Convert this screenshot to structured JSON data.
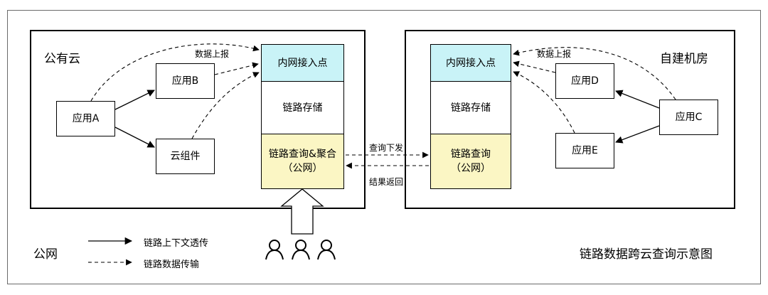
{
  "regions": {
    "public_cloud": {
      "title": "公有云"
    },
    "self_idc": {
      "title": "自建机房"
    }
  },
  "public_cloud": {
    "app_a": "应用A",
    "app_b": "应用B",
    "cloud_component": "云组件",
    "stack": {
      "intranet_access": "内网接入点",
      "trace_storage": "链路存储",
      "query_aggregate_line1": "链路查询&聚合",
      "query_aggregate_line2": "（公网）"
    },
    "report_label": "数据上报"
  },
  "self_idc": {
    "app_c": "应用C",
    "app_d": "应用D",
    "app_e": "应用E",
    "stack": {
      "intranet_access": "内网接入点",
      "trace_storage": "链路存储",
      "query_line1": "链路查询",
      "query_line2": "（公网）"
    },
    "report_label": "数据上报"
  },
  "cross": {
    "query_dispatch": "查询下发",
    "result_return": "结果返回"
  },
  "legend": {
    "public_network": "公网",
    "solid_label": "链路上下文透传",
    "dashed_label": "链路数据传输"
  },
  "caption": "链路数据跨云查询示意图",
  "colors": {
    "intranet_access": "#c9f3f7",
    "query_box": "#fbf6c4",
    "stroke": "#000000"
  },
  "icons": [
    "user-icon",
    "user-icon",
    "user-icon"
  ]
}
